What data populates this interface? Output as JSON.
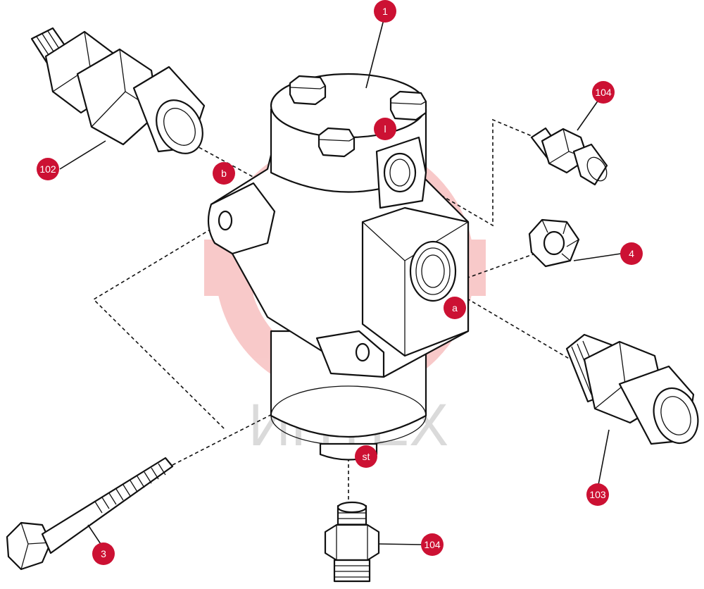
{
  "callouts": {
    "c1": "1",
    "cl": "l",
    "cb": "b",
    "ca": "a",
    "cst": "st",
    "c102": "102",
    "c104a": "104",
    "c104b": "104",
    "c4": "4",
    "c103": "103",
    "c3": "3"
  },
  "watermark": {
    "text": "ИНТЕХ"
  },
  "colors": {
    "callout": "#cc1133",
    "watermark": "#f2b3b3",
    "line": "#111111"
  }
}
